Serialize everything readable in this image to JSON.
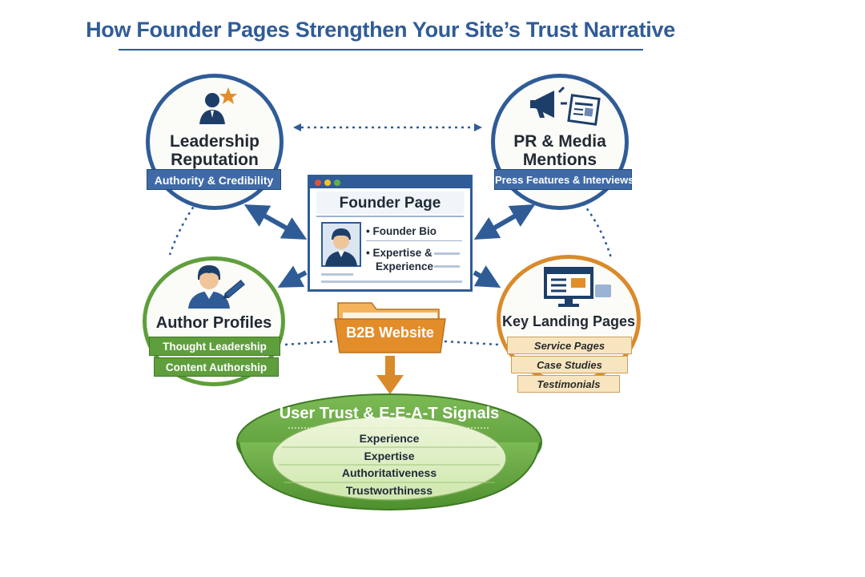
{
  "title": "How Founder Pages Strengthen Your Site’s Trust Narrative",
  "nodes": {
    "leadership": {
      "title_line1": "Leadership",
      "title_line2": "Reputation",
      "ribbon": "Authority & Credibility",
      "icon": "leader-with-star-icon"
    },
    "pr": {
      "title_line1": "PR & Media",
      "title_line2": "Mentions",
      "ribbon": "Press Features & Interviews",
      "icon": "megaphone-newspaper-icon"
    },
    "author": {
      "title": "Author Profiles",
      "ribbon1": "Thought Leadership",
      "ribbon2": "Content Authorship",
      "icon": "author-with-pen-icon"
    },
    "landing": {
      "title": "Key Landing Pages",
      "tag1": "Service Pages",
      "tag2": "Case Studies",
      "tag3": "Testimonials",
      "icon": "monitor-icon"
    }
  },
  "founder_page": {
    "title": "Founder Page",
    "bullet1": "• Founder Bio",
    "bullet2_line1": "• Expertise &",
    "bullet2_line2": "Experience",
    "icon": "founder-photo-icon"
  },
  "website": {
    "label": "B2B Website",
    "icon": "folder-icon"
  },
  "trust": {
    "title": "User Trust & E-E-A-T Signals",
    "items": [
      "Experience",
      "Expertise",
      "Authoritativeness",
      "Trustworthiness"
    ]
  },
  "colors": {
    "blue": "#2f5c97",
    "dark_blue": "#1d4478",
    "green": "#5f9e3c",
    "orange": "#d98a2a",
    "tan": "#f8e5bf"
  }
}
